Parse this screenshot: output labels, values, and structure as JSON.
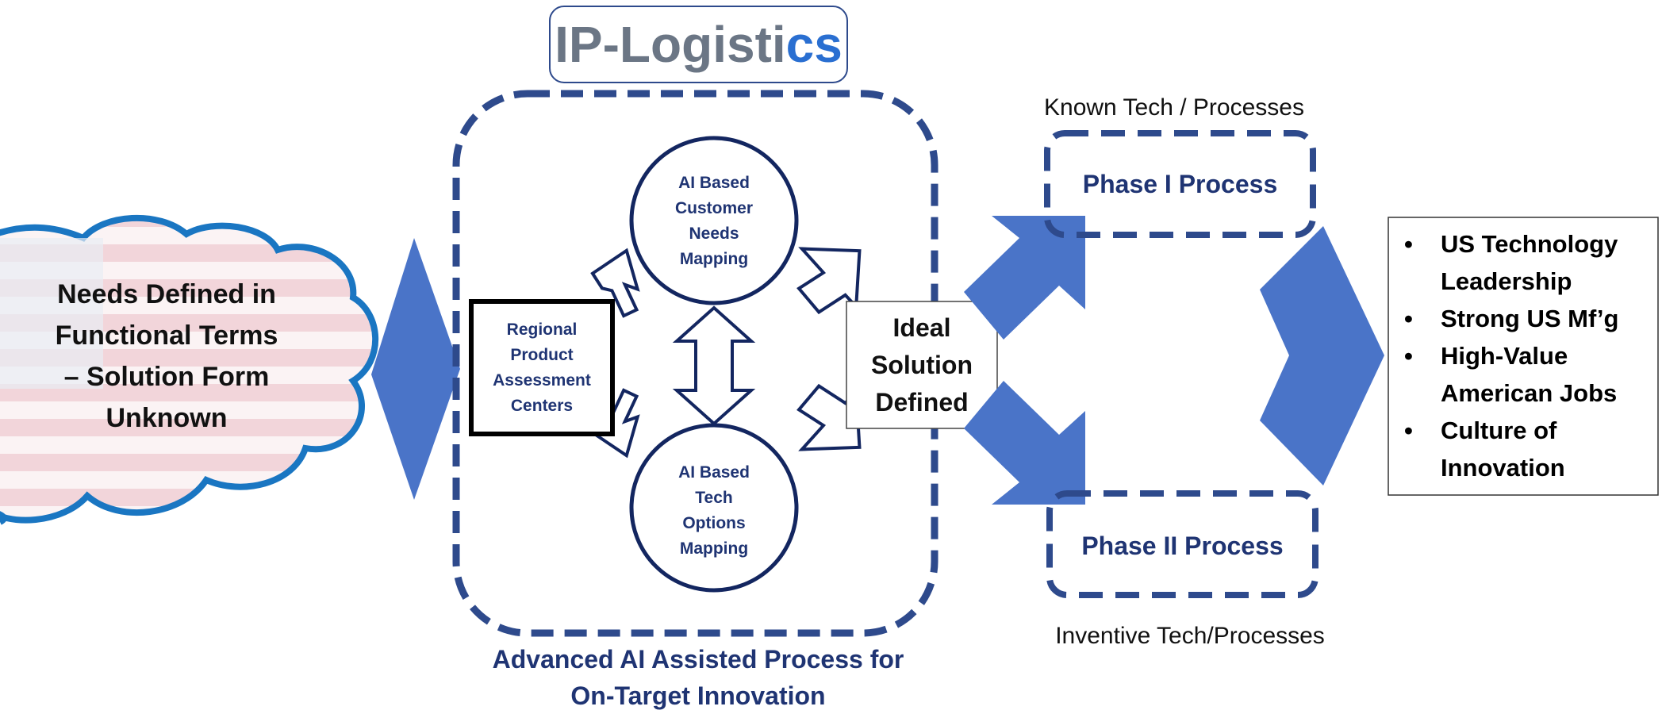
{
  "logo": {
    "text_main": "IP-Logisti",
    "text_accent": "cs"
  },
  "cloud": {
    "lines": [
      "Needs Defined in",
      "Functional Terms",
      "– Solution Form",
      "Unknown"
    ]
  },
  "center": {
    "regional_centers": [
      "Regional",
      "Product",
      "Assessment",
      "Centers"
    ],
    "customer_needs": [
      "AI Based",
      "Customer",
      "Needs",
      "Mapping"
    ],
    "tech_options": [
      "AI Based",
      "Tech",
      "Options",
      "Mapping"
    ],
    "ideal_solution": [
      "Ideal",
      "Solution",
      "Defined"
    ],
    "caption": [
      "Advanced AI Assisted Process for",
      "On-Target Innovation"
    ]
  },
  "phase_one": {
    "caption": "Known Tech / Processes",
    "label": "Phase I Process"
  },
  "phase_two": {
    "caption": "Inventive Tech/Processes",
    "label": "Phase II Process"
  },
  "outcomes": [
    [
      "US Technology",
      "Leadership"
    ],
    [
      "Strong US Mf’g"
    ],
    [
      "High-Value",
      "American Jobs"
    ],
    [
      "Culture of",
      "Innovation"
    ]
  ],
  "colors": {
    "navy": "#1f3473",
    "arrow_blue": "#4a74c8",
    "cloud_border": "#1a76c2",
    "dash_blue": "#2e4a8c",
    "logo_gray": "#6b7685",
    "logo_blue": "#2a6fd1"
  }
}
